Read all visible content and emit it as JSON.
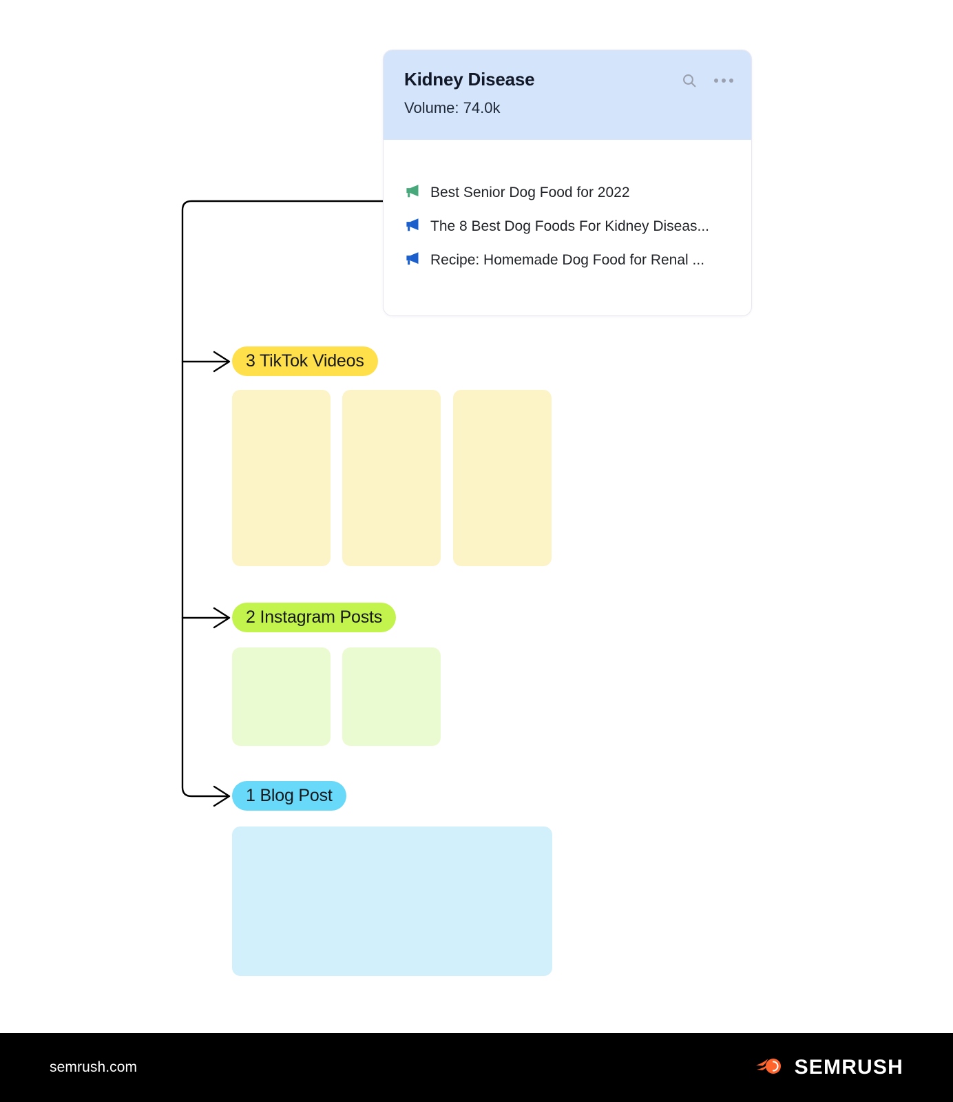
{
  "card": {
    "title": "Kidney Disease",
    "volume_label": "Volume:",
    "volume_value": "74.0k",
    "search_icon": "search-icon",
    "menu_icon": "more-options-icon",
    "header_color": "#d4e4fb",
    "items": [
      {
        "icon": "megaphone-icon",
        "icon_color": "#47A97B",
        "text": "Best Senior Dog Food for 2022"
      },
      {
        "icon": "megaphone-icon",
        "icon_color": "#1A5FCC",
        "text": "The 8 Best Dog Foods For Kidney Diseas..."
      },
      {
        "icon": "megaphone-icon",
        "icon_color": "#1A5FCC",
        "text": "Recipe: Homemade Dog Food for Renal ..."
      }
    ]
  },
  "branches": [
    {
      "id": "tiktok",
      "label": "3 TikTok Videos",
      "pill_color": "#FFE04A",
      "block_color": "#FCF3C6",
      "count": 3
    },
    {
      "id": "instagram",
      "label": "2 Instagram Posts",
      "pill_color": "#C3F34D",
      "block_color": "#EBFBD1",
      "count": 2
    },
    {
      "id": "blog",
      "label": "1 Blog Post",
      "pill_color": "#68D9F8",
      "block_color": "#D2F0FB",
      "count": 1
    }
  ],
  "footer": {
    "url": "semrush.com",
    "brand": "SEMRUSH",
    "brand_icon": "semrush-comet-logo",
    "brand_color": "#FF642D",
    "background": "#000000"
  }
}
